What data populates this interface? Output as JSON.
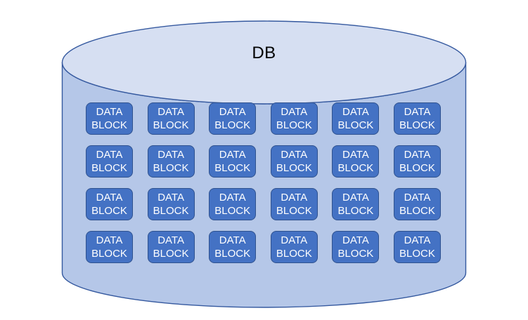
{
  "diagram": {
    "title": "DB",
    "grid": {
      "rows": 4,
      "columns": 6
    },
    "blocks": [
      {
        "label": "DATA BLOCK"
      },
      {
        "label": "DATA BLOCK"
      },
      {
        "label": "DATA BLOCK"
      },
      {
        "label": "DATA BLOCK"
      },
      {
        "label": "DATA BLOCK"
      },
      {
        "label": "DATA BLOCK"
      },
      {
        "label": "DATA BLOCK"
      },
      {
        "label": "DATA BLOCK"
      },
      {
        "label": "DATA BLOCK"
      },
      {
        "label": "DATA BLOCK"
      },
      {
        "label": "DATA BLOCK"
      },
      {
        "label": "DATA BLOCK"
      },
      {
        "label": "DATA BLOCK"
      },
      {
        "label": "DATA BLOCK"
      },
      {
        "label": "DATA BLOCK"
      },
      {
        "label": "DATA BLOCK"
      },
      {
        "label": "DATA BLOCK"
      },
      {
        "label": "DATA BLOCK"
      },
      {
        "label": "DATA BLOCK"
      },
      {
        "label": "DATA BLOCK"
      },
      {
        "label": "DATA BLOCK"
      },
      {
        "label": "DATA BLOCK"
      },
      {
        "label": "DATA BLOCK"
      },
      {
        "label": "DATA BLOCK"
      }
    ],
    "colors": {
      "cylinder_top_fill": "#D6DFF2",
      "cylinder_body_fill": "#B5C7E8",
      "cylinder_outline": "#35599F",
      "block_fill": "#4472C4",
      "block_border": "#2F528F",
      "block_text": "#FFFFFF",
      "title_text": "#000000"
    }
  }
}
